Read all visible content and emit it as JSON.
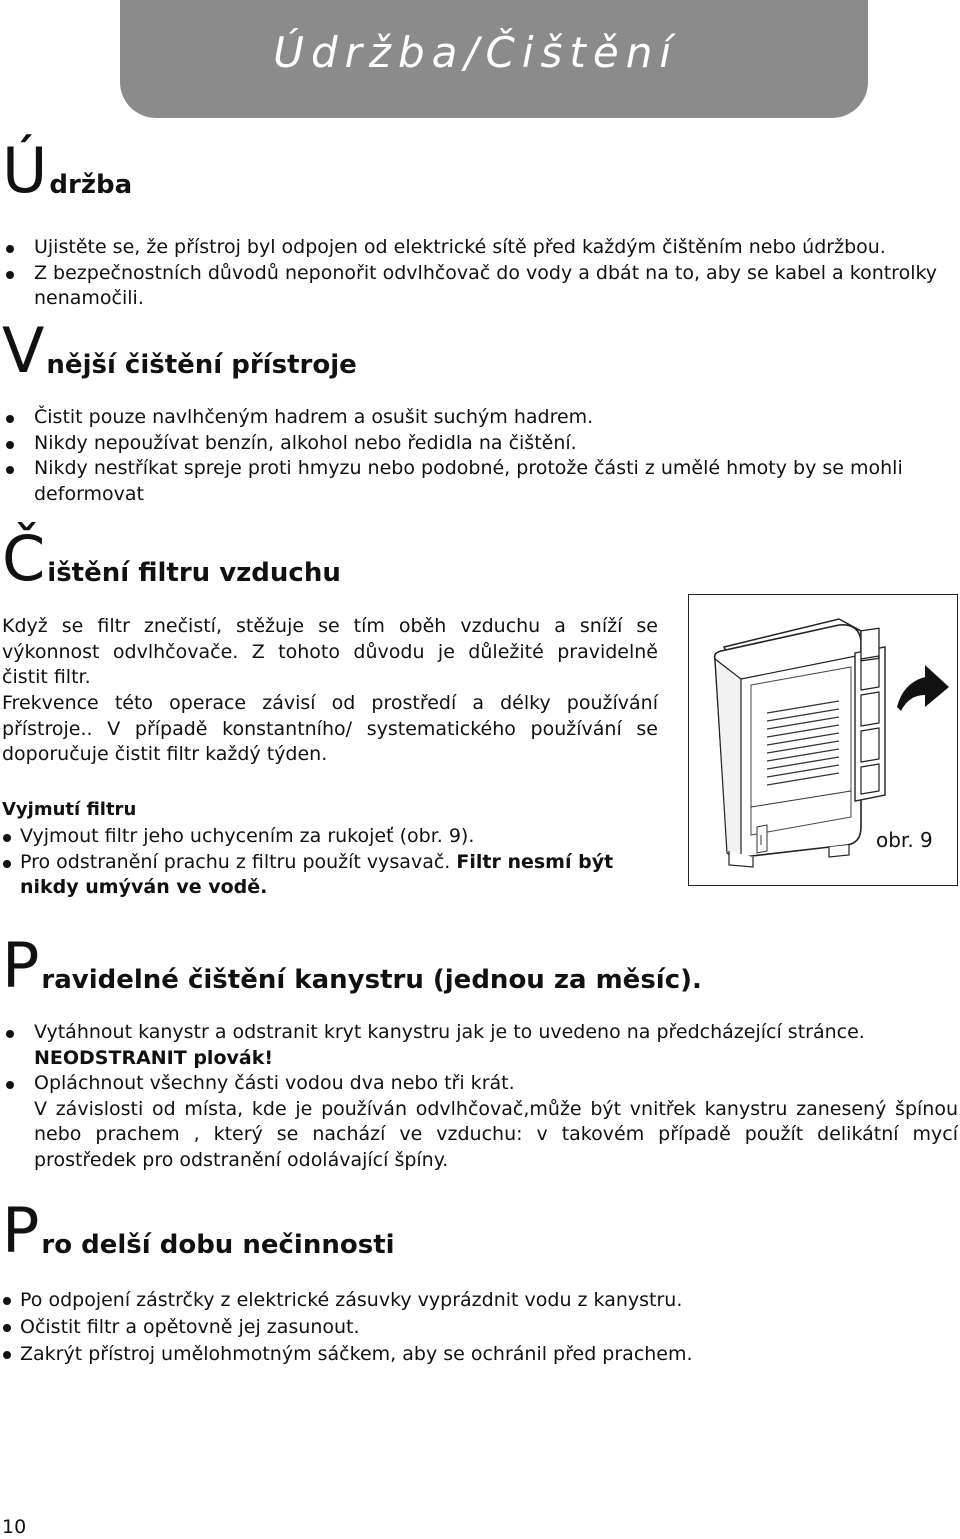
{
  "banner": {
    "title": "Údržba/Čištění"
  },
  "section_udrzba": {
    "cap": "Ú",
    "rest": "držba",
    "bullets": [
      "Ujistěte se, že přístroj byl odpojen od elektrické sítě před každým čištěním nebo údržbou.",
      "Z bezpečnostních důvodů neponořit odvlhčovač do vody a dbát na to, aby se kabel a kontrolky nenamočili."
    ]
  },
  "section_vnejsi": {
    "cap": "V",
    "rest": "nější čištění přístroje",
    "bullets": [
      "Čistit pouze navlhčeným hadrem a osušit suchým hadrem.",
      "Nikdy nepoužívat benzín, alkohol nebo ředidla na čištění.",
      "Nikdy nestříkat spreje proti hmyzu nebo podobné, protože části z umělé hmoty by se mohli deformovat"
    ]
  },
  "section_filtr": {
    "cap": "Č",
    "rest": "ištění filtru vzduchu",
    "para1": "Když se filtr znečistí, stěžuje se tím oběh vzduchu a sníží se výkonnost odvlhčovače. Z tohoto důvodu je důležité pravidelně čistit filtr.",
    "para2": "Frekvence této operace závisí od prostředí a délky používání přístroje.. V případě konstantního/ systematického používání se doporučuje čistit filtr každý týden.",
    "subheading": "Vyjmutí filtru",
    "bullet1": "Vyjmout filtr jeho uchycením za rukojeť (obr. 9).",
    "bullet2_plain": "Pro odstranění prachu z filtru použít vysavač.",
    "bullet2_bold": "Filtr nesmí být nikdy umýván ve vodě.",
    "figure_caption": "obr. 9"
  },
  "section_kanystr": {
    "cap": "P",
    "rest": "ravidelné čištění kanystru (jednou za měsíc).",
    "bullet1_plain": "Vytáhnout kanystr a odstranit kryt kanystru jak je to uvedeno na předcházející stránce.",
    "bullet1_bold": "NEODSTRANIT plovák!",
    "bullet2_line1": "Opláchnout všechny části vodou dva nebo tři krát.",
    "bullet2_line2": "V závislosti od místa, kde je používán odvlhčovač,může být vnitřek kanystru zanesený špínou nebo prachem , který se nachází ve vzduchu: v takovém případě použít delikátní mycí prostředek pro odstranění odolávající špíny."
  },
  "section_necinnost": {
    "cap": "P",
    "rest": "ro delší dobu nečinnosti",
    "bullets": [
      "Po odpojení zástrčky z elektrické zásuvky vyprázdnit vodu z kanystru.",
      "Očistit filtr a opětovně jej zasunout.",
      "Zakrýt přístroj umělohmotným sáčkem, aby se ochránil před prachem."
    ]
  },
  "page_number": "10"
}
